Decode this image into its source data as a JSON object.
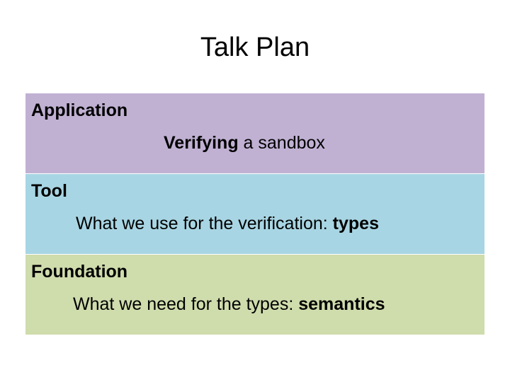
{
  "title": "Talk Plan",
  "colors": {
    "application_band": "#c0b1d3",
    "tool_band": "#a8d5e3",
    "foundation_band": "#cfdcac"
  },
  "sections": [
    {
      "heading": "Application",
      "detail_bold_lead": "Verifying",
      "detail_text": " a sandbox",
      "detail_bold_tail": ""
    },
    {
      "heading": "Tool",
      "detail_bold_lead": "",
      "detail_text": "What we use for the verification: ",
      "detail_bold_tail": "types"
    },
    {
      "heading": "Foundation",
      "detail_bold_lead": "",
      "detail_text": "What we need for the types: ",
      "detail_bold_tail": "semantics"
    }
  ]
}
